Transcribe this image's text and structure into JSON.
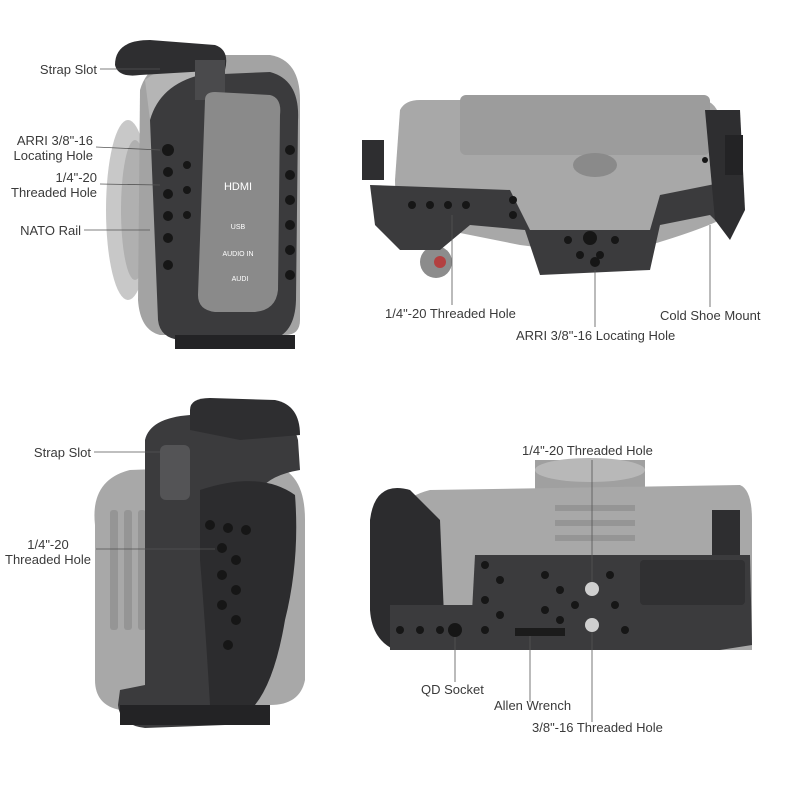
{
  "colors": {
    "camera_body": "#9a9a9a",
    "camera_light": "#b9b9b9",
    "cage_metal": "#3b3b3d",
    "cage_dark": "#232325",
    "hole": "#161616",
    "leader_line": "#555555",
    "label_text": "#3a3a3a"
  },
  "panels": {
    "side_view": {
      "labels": {
        "strap_slot": "Strap Slot",
        "arri_locating": "ARRI 3/8\"-16\nLocating Hole",
        "threaded_hole": "1/4\"-20\nThreaded Hole",
        "nato_rail": "NATO Rail"
      },
      "port_labels": {
        "hdmi": "HDMI",
        "usb": "USB",
        "audio_in": "AUDIO IN",
        "audio": "AUDI"
      }
    },
    "top_view": {
      "labels": {
        "threaded_hole": "1/4\"-20 Threaded Hole",
        "arri_locating": "ARRI 3/8\"-16 Locating Hole",
        "cold_shoe": "Cold Shoe Mount"
      }
    },
    "grip_view": {
      "labels": {
        "strap_slot": "Strap Slot",
        "threaded_hole": "1/4\"-20\nThreaded Hole"
      }
    },
    "bottom_view": {
      "labels": {
        "threaded_hole_top": "1/4\"-20 Threaded Hole",
        "qd_socket": "QD Socket",
        "allen_wrench": "Allen Wrench",
        "threaded_hole_38": "3/8\"-16 Threaded Hole"
      }
    }
  }
}
